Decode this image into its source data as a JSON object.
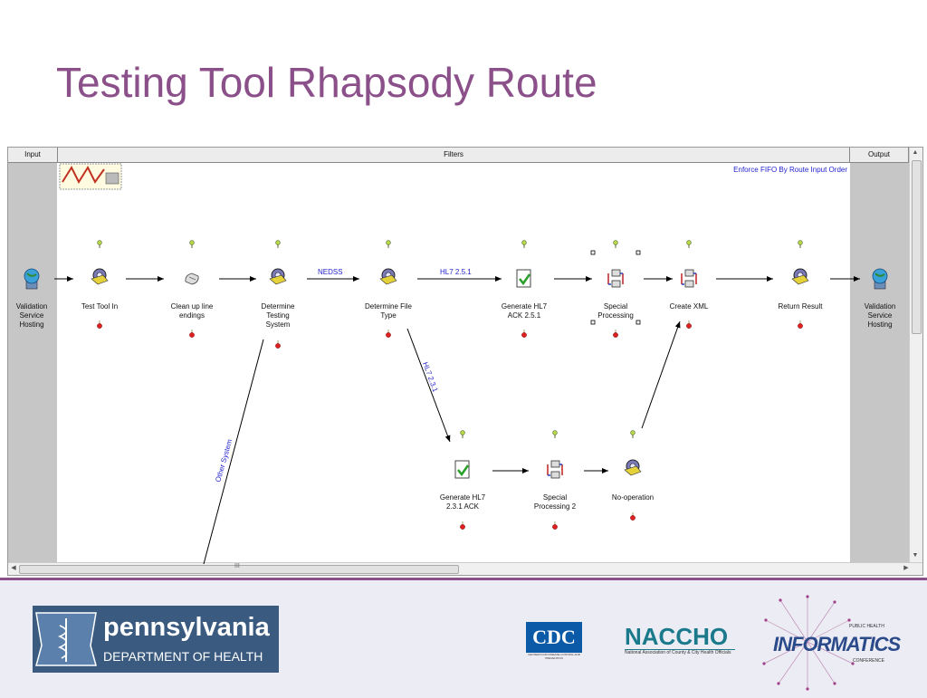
{
  "slide": {
    "title": "Testing Tool Rhapsody Route"
  },
  "canvas": {
    "headers": {
      "input": "Input",
      "filters": "Filters",
      "output": "Output"
    },
    "notice": "Enforce FIFO By Route Input Order",
    "scrollbar_grip": "III"
  },
  "nodes": {
    "input_hosting": [
      "Validation",
      "Service",
      "Hosting"
    ],
    "test_tool_in": [
      "Test Tool In"
    ],
    "clean_up": [
      "Clean up line",
      "endings"
    ],
    "determine_testing": [
      "Determine",
      "Testing",
      "System"
    ],
    "determine_file": [
      "Determine File",
      "Type"
    ],
    "generate_251": [
      "Generate HL7",
      "ACK 2.5.1"
    ],
    "special_processing": [
      "Special",
      "Processing"
    ],
    "create_xml": [
      "Create XML"
    ],
    "return_result": [
      "Return Result"
    ],
    "output_hosting": [
      "Validation",
      "Service",
      "Hosting"
    ],
    "generate_231": [
      "Generate HL7",
      "2.3.1 ACK"
    ],
    "special_processing_2": [
      "Special",
      "Processing 2"
    ],
    "no_operation": [
      "No-operation"
    ]
  },
  "edges": {
    "nedss": "NEDSS",
    "hl7_251": "HL7 2.5.1",
    "hl7_231": "HL7 2.3.1",
    "other_system": "Other System"
  },
  "footer": {
    "pa_name": "pennsylvania",
    "pa_dept": "DEPARTMENT OF HEALTH",
    "cdc": "CDC",
    "cdc_sub": "CENTERS FOR DISEASE CONTROL AND PREVENTION",
    "naccho": "NACCHO",
    "naccho_sub": "National Association of County & City Health Officials",
    "phi_top": "PUBLIC HEALTH",
    "phi_main": "INFORMATICS",
    "phi_bottom": "CONFERENCE"
  },
  "colors": {
    "title": "#8b4f8a",
    "edge_label": "#1f1fcc",
    "panel": "#c6c6c6"
  }
}
